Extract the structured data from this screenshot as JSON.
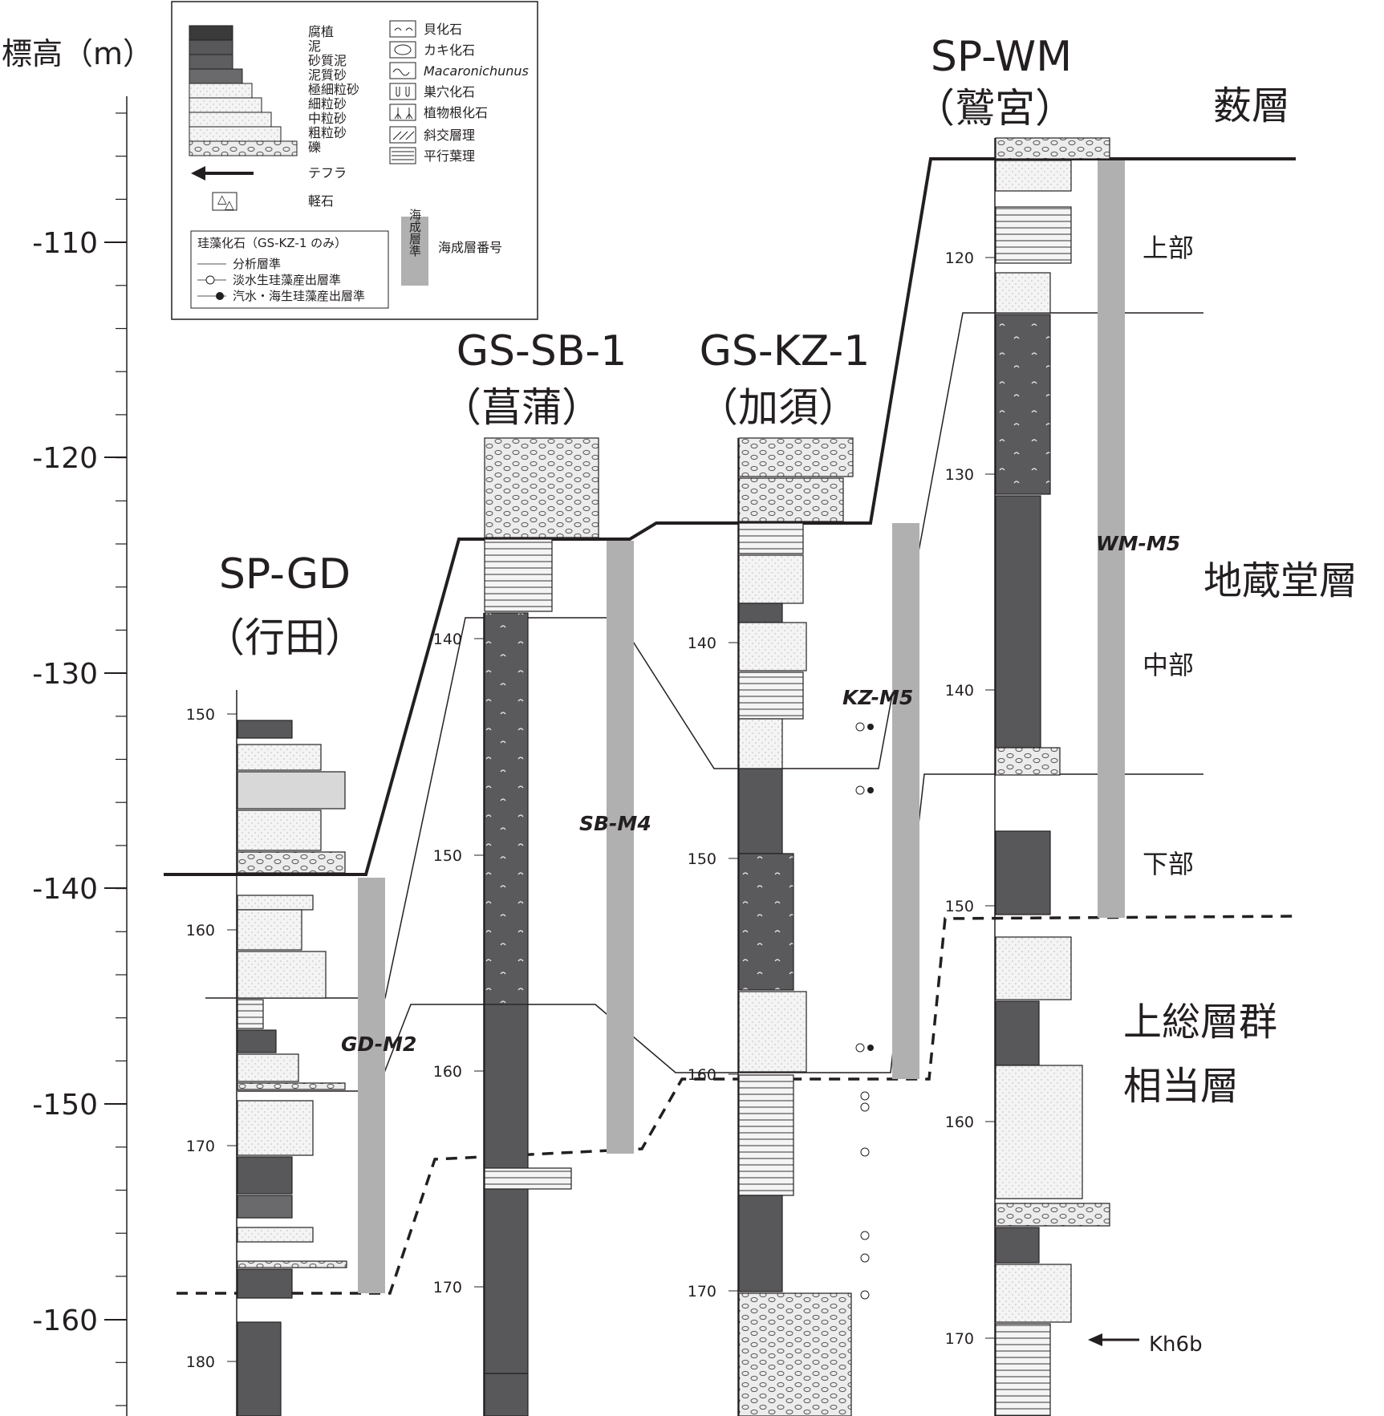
{
  "elevation_axis": {
    "title": "標高（m）",
    "ticks": [
      "-110",
      "-120",
      "-130",
      "-140",
      "-150",
      "-160"
    ]
  },
  "legend": {
    "lithology": [
      "腐植",
      "泥",
      "砂質泥",
      "泥質砂",
      "極細粒砂",
      "細粒砂",
      "中粒砂",
      "粗粒砂",
      "礫"
    ],
    "tephra": "テフラ",
    "pumice": "軽石",
    "fossils": [
      "貝化石",
      "カキ化石",
      "Macaronichunus",
      "巣穴化石",
      "植物根化石",
      "斜交層理",
      "平行葉理"
    ],
    "diatom_title": "珪藻化石（GS-KZ-1 のみ）",
    "diatom_items": [
      "分析層準",
      "淡水生珪藻産出層準",
      "汽水・海生珪藻産出層準"
    ],
    "marine_box": "海成層準",
    "marine_number": "海成層番号"
  },
  "columns": [
    {
      "name": "SP-GD",
      "place": "（行田）",
      "depth_ticks": [
        "150",
        "160",
        "170",
        "180"
      ],
      "marine_label": "GD-M2"
    },
    {
      "name": "GS-SB-1",
      "place": "（菖蒲）",
      "depth_ticks": [
        "140",
        "150",
        "160",
        "170"
      ],
      "marine_label": "SB-M4"
    },
    {
      "name": "GS-KZ-1",
      "place": "（加須）",
      "depth_ticks": [
        "140",
        "150",
        "160",
        "170"
      ],
      "marine_label": "KZ-M5"
    },
    {
      "name": "SP-WM",
      "place": "（鷲宮）",
      "depth_ticks": [
        "120",
        "130",
        "140",
        "150",
        "160",
        "170"
      ],
      "marine_label": "WM-M5"
    }
  ],
  "formations": {
    "yabu": "薮層",
    "jizodo": "地蔵堂層",
    "upper": "上部",
    "middle": "中部",
    "lower": "下部",
    "kazusa_1": "上総層群",
    "kazusa_2": "相当層"
  },
  "tephra_label": "Kh6b",
  "colors": {
    "ink": "#231f20",
    "mud": "#58585a",
    "sandy_mud": "#6a6a6c",
    "sand": "#f2f2f2",
    "marine_band": "#b0b0b0",
    "gravel": "#e6e6e6"
  }
}
